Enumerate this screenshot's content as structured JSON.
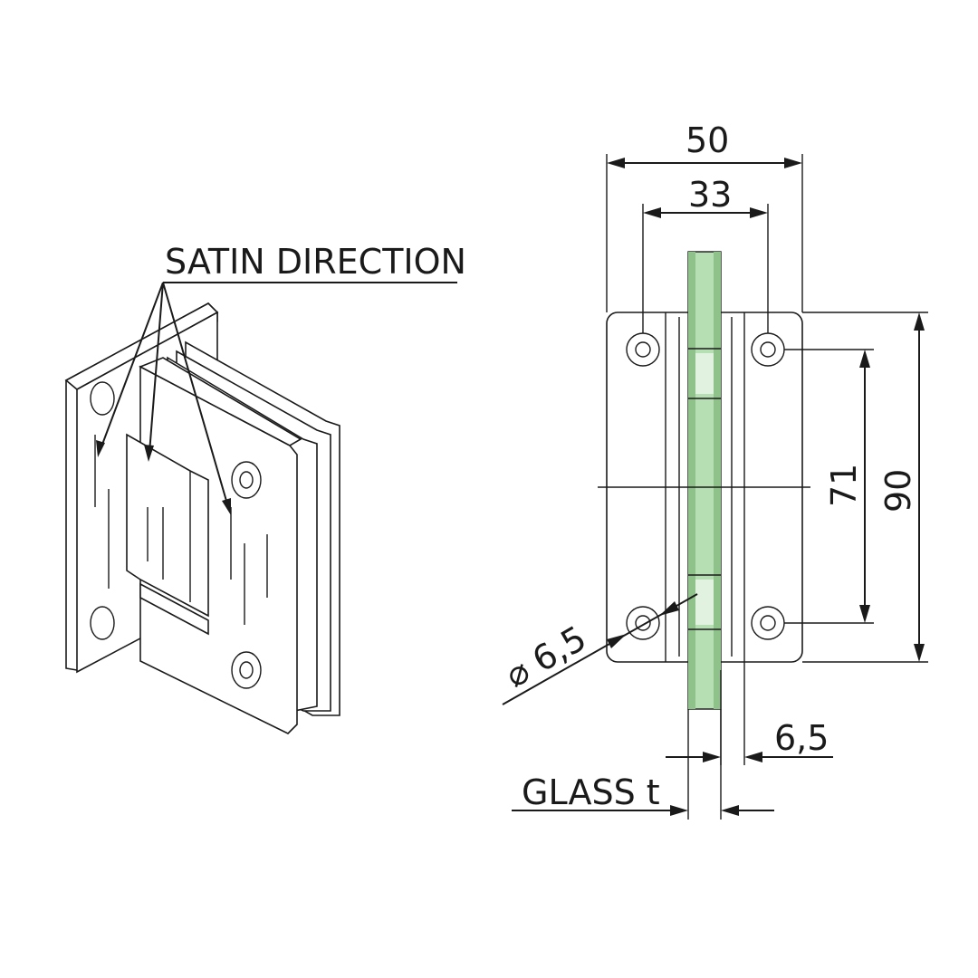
{
  "labels": {
    "satin_direction": "SATIN DIRECTION",
    "width_outer": "50",
    "width_inner": "33",
    "height_holes": "71",
    "height_total": "90",
    "hole_diameter": "6,5",
    "offset": "6,5",
    "glass": "GLASS t"
  },
  "colors": {
    "line": "#1a1a1a",
    "glass_fill": "#b7dfb4",
    "glass_dark": "#8fc28b",
    "background": "#ffffff"
  },
  "icons": {
    "diameter_symbol": "diameter-icon"
  }
}
